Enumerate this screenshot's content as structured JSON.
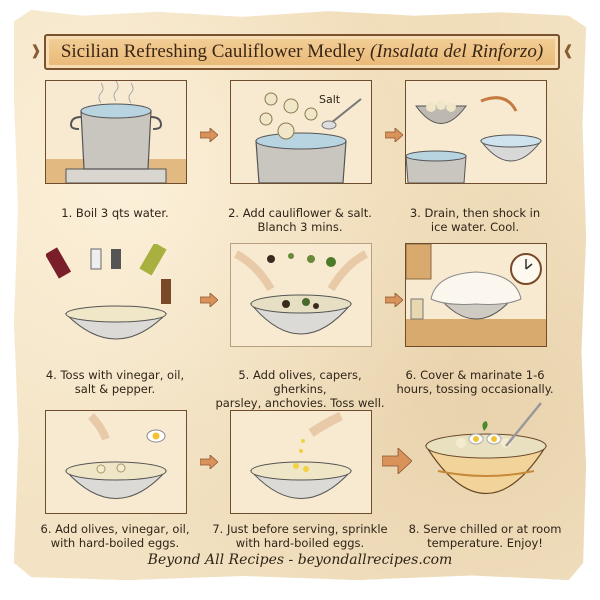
{
  "title": {
    "main": "Sicilian Refreshing Cauliflower Medley",
    "subtitle": "(Insalata del Rinforzo)"
  },
  "steps": [
    {
      "caption_line1": "1. Boil 3 qts water.",
      "caption_line2": "",
      "illustration": "pot-boiling-water-on-stove"
    },
    {
      "caption_line1": "2. Add cauliflower & salt.",
      "caption_line2": "Blanch 3 mins.",
      "illustration": "cauliflower-into-pot-with-salt",
      "label": "Salt"
    },
    {
      "caption_line1": "3. Drain, then shock in",
      "caption_line2": "ice water. Cool.",
      "illustration": "colander-and-ice-bath"
    },
    {
      "caption_line1": "4. Toss with vinegar, oil,",
      "caption_line2": "salt & pepper.",
      "illustration": "bottles-pouring-into-bowl"
    },
    {
      "caption_line1": "5. Add olives, capers, gherkins,",
      "caption_line2": "parsley, anchovies. Toss well.",
      "illustration": "hands-tossing-salad"
    },
    {
      "caption_line1": "6. Cover & marinate 1-6",
      "caption_line2": "hours, tossing occasionally.",
      "illustration": "covered-bowl-with-clock"
    },
    {
      "caption_line1": "6. Add olives, vinegar, oil,",
      "caption_line2": "with hard-boiled eggs.",
      "illustration": "hand-sprinkling-with-egg"
    },
    {
      "caption_line1": "7. Just before serving, sprinkle",
      "caption_line2": "with hard-boiled eggs.",
      "illustration": "hand-sprinkling-egg-crumbs"
    },
    {
      "caption_line1": "8. Serve chilled or at room",
      "caption_line2": "temperature. Enjoy!",
      "illustration": "decorated-serving-bowl-with-fork"
    }
  ],
  "footer": "Beyond All Recipes - beyondallrecipes.com",
  "colors": {
    "parchment": "#f3e3c4",
    "banner": "#e9b876",
    "ink": "#2f2418",
    "arrow": "#d9925a",
    "frame": "#6e4c2e"
  }
}
